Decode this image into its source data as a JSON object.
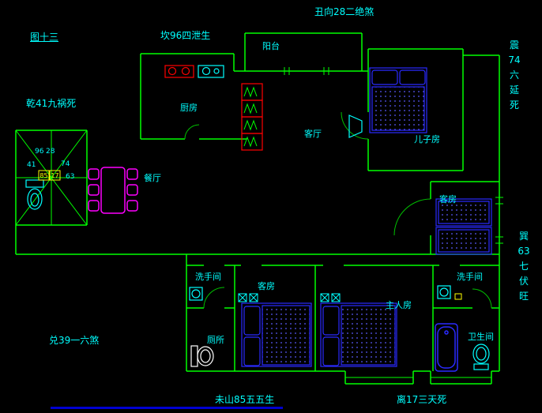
{
  "figure": {
    "title": "图十三"
  },
  "annotations": {
    "top": "丑向28二绝煞",
    "top_left": "坎96四泄生",
    "left_upper": "乾41九祸死",
    "left_lower": "兑39一六煞",
    "right_upper": "震\n74\n六\n延\n死",
    "right_lower": "巽\n63\n七\n伏\n旺",
    "bottom_left": "未山85五五生",
    "bottom_right": "离17三天死"
  },
  "rooms": {
    "balcony": "阳台",
    "kitchen": "厨房",
    "living_room": "客厅",
    "son_room": "儿子房",
    "dining_room": "餐厅",
    "guest_room_right": "客房",
    "guest_room_bottom": "客房",
    "master_room": "主人房",
    "washroom_left": "洗手间",
    "washroom_right": "洗手间",
    "toilet": "厕所",
    "bathroom": "卫生间"
  },
  "compass": {
    "n96": "96",
    "n28": "28",
    "n41": "41",
    "n74": "74",
    "n63": "63",
    "y85": "85",
    "y17": "17"
  },
  "colors": {
    "background": "#000000",
    "walls": "#00ff00",
    "text": "#00ffff",
    "furniture_blue": "#2a2aff",
    "dining_magenta": "#ff00ff",
    "stove_red": "#ff0000",
    "highlight_yellow": "#ffff00"
  }
}
